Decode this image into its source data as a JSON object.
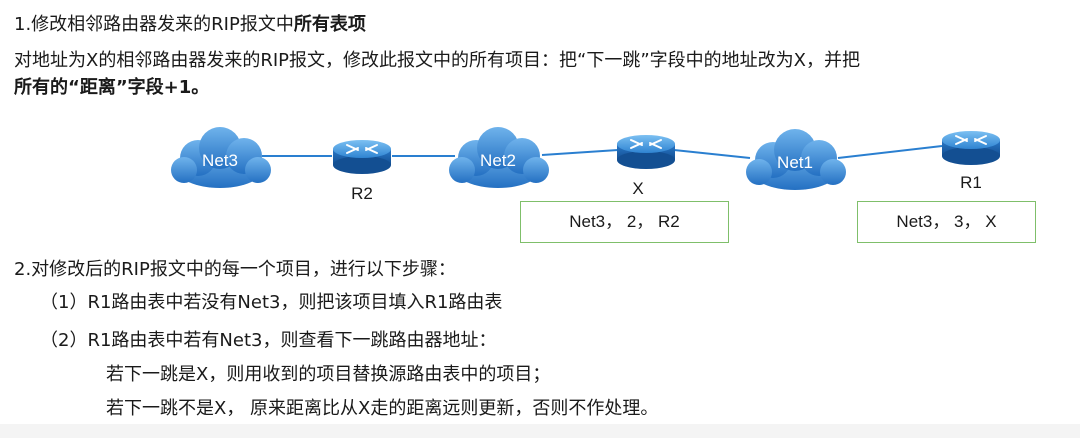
{
  "section1": {
    "title_prefix": "1.修改相邻路由器发来的RIP报文中",
    "title_bold": "所有表项",
    "desc_line1": "对地址为X的相邻路由器发来的RIP报文，修改此报文中的所有项目：把“下一跳”字段中的地址改为X，并把",
    "desc_line2": "所有的“距离”字段+1。"
  },
  "diagram": {
    "clouds": [
      {
        "id": "net3",
        "label": "Net3"
      },
      {
        "id": "net2",
        "label": "Net2"
      },
      {
        "id": "net1",
        "label": "Net1"
      }
    ],
    "routers": [
      {
        "id": "r2",
        "label": "R2"
      },
      {
        "id": "x",
        "label": "X"
      },
      {
        "id": "r1",
        "label": "R1"
      }
    ],
    "boxes": [
      {
        "id": "box-x",
        "text": "Net3， 2， R2"
      },
      {
        "id": "box-r1",
        "text": "Net3， 3， X"
      }
    ],
    "colors": {
      "cloud": "#2f84d2",
      "router": "#1f6fbf",
      "link": "#2a7fd0",
      "box_border": "#7fbf6a"
    }
  },
  "section2": {
    "title": "2.对修改后的RIP报文中的每一个项目，进行以下步骤：",
    "step1": "（1）R1路由表中若没有Net3，则把该项目填入R1路由表",
    "step2": "（2）R1路由表中若有Net3，则查看下一跳路由器地址：",
    "sub1": "若下一跳是X，则用收到的项目替换源路由表中的项目；",
    "sub2": "若下一跳不是X， 原来距离比从X走的距离远则更新，否则不作处理。"
  }
}
